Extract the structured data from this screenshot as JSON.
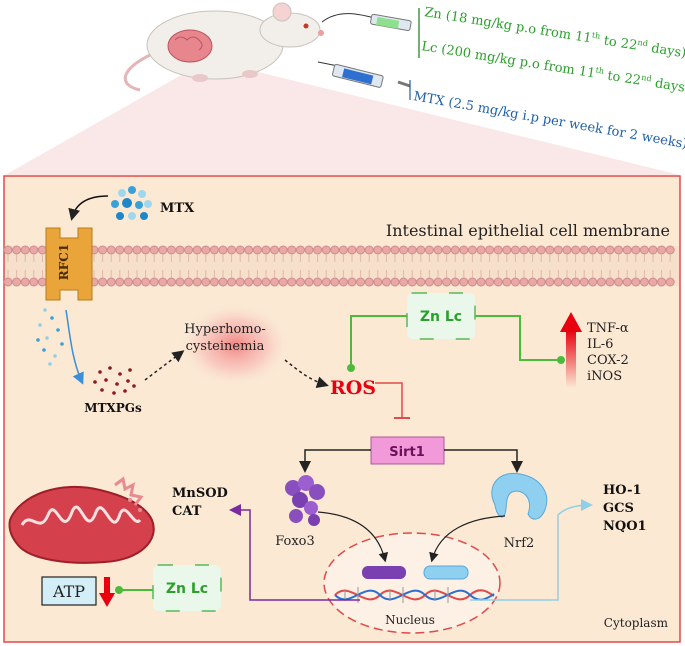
{
  "header": {
    "dose_zn_a": "Zn (18 mg/kg p.o from 11",
    "dose_zn_sup1": "th",
    "dose_zn_b": " to 22",
    "dose_zn_sup2": "nd",
    "dose_zn_c": " days)",
    "dose_lc_a": "Lc (200 mg/kg p.o from 11",
    "dose_lc_sup1": "th",
    "dose_lc_b": " to 22",
    "dose_lc_sup2": "nd",
    "dose_lc_c": " days)",
    "dose_mtx": "MTX (2.5 mg/kg i.p per week for 2 weeks)"
  },
  "cell": {
    "membrane_label": "Intestinal epithelial cell membrane",
    "mtx": "MTX",
    "rfc1": "RFC1",
    "mtxpgs": "MTXPGs",
    "hyper_line1": "Hyperhomo-",
    "hyper_line2": "cysteinemia",
    "ros": "ROS",
    "zn_lc_top": "Zn Lc",
    "zn_lc_bottom": "Zn Lc",
    "sirt1": "Sirt1",
    "cytokines": [
      "TNF-α",
      "IL-6",
      "COX-2",
      "iNOS"
    ],
    "foxo3": "Foxo3",
    "nrf2": "Nrf2",
    "mnsod": "MnSOD",
    "cat": "CAT",
    "antiox": [
      "HO-1",
      "GCS",
      "NQO1"
    ],
    "atp": "ATP",
    "nucleus": "Nucleus",
    "cytoplasm": "Cytoplasm"
  },
  "colors": {
    "green": "#2ca02c",
    "blue": "#1f5fa8",
    "red": "#e8000f",
    "purple": "#7a2b9e",
    "light_blue": "#8fd0e8",
    "cell_bg": "#fbe9d4",
    "border": "#e04a4a",
    "sirt1": "#f29ad9"
  }
}
